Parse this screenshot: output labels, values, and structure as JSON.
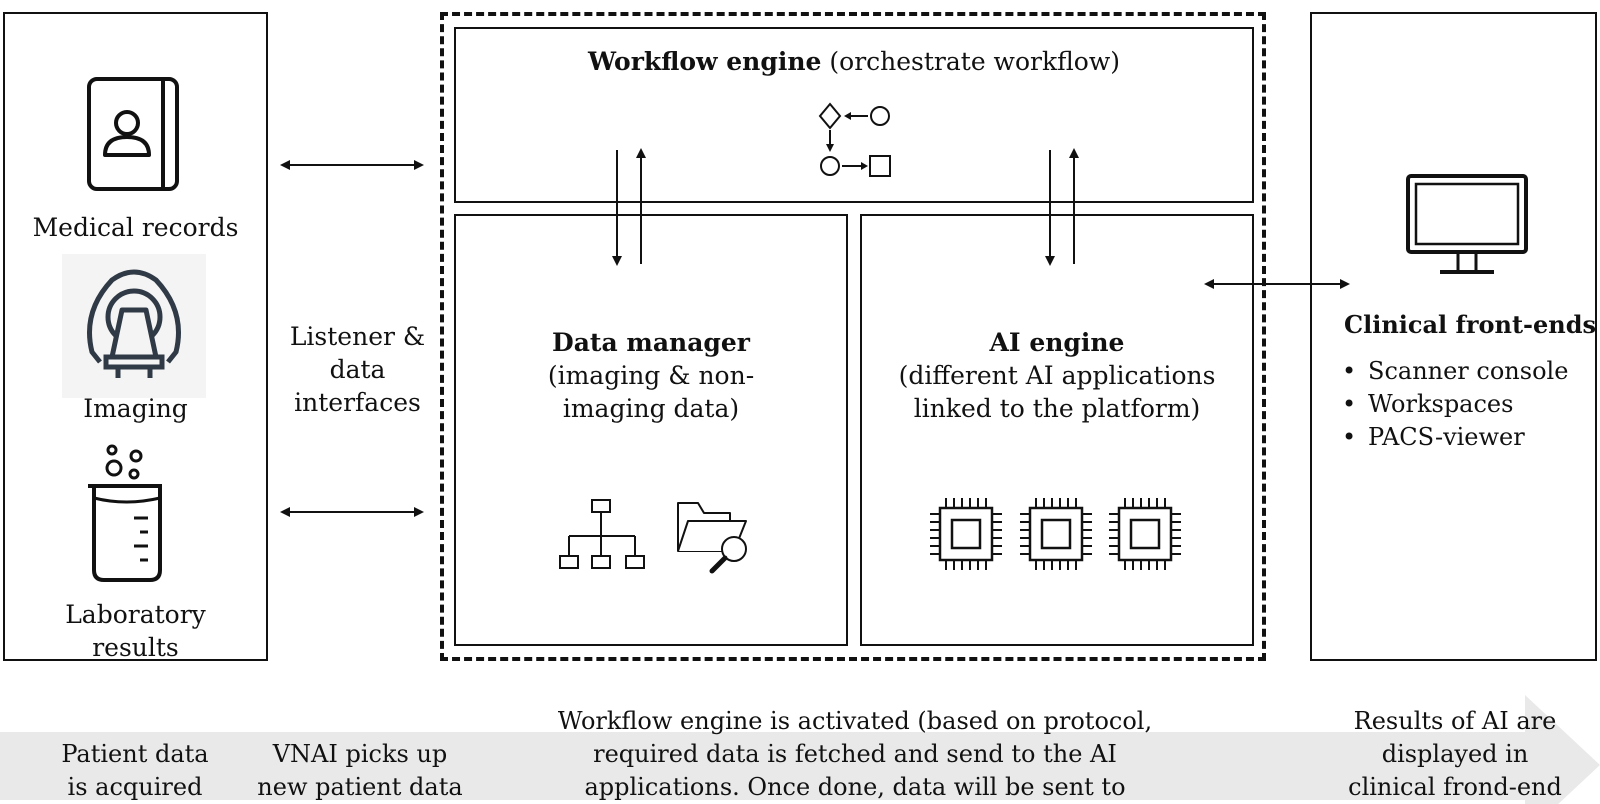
{
  "left_panel": {
    "medical_records": "Medical records",
    "imaging": "Imaging",
    "lab_results_line1": "Laboratory",
    "lab_results_line2": "results"
  },
  "listener": {
    "line1": "Listener &",
    "line2": "data",
    "line3": "interfaces"
  },
  "workflow_engine": {
    "title_bold": "Workflow engine",
    "title_rest": " (orchestrate workflow)"
  },
  "data_manager": {
    "title": "Data manager",
    "line1": "(imaging & non-",
    "line2": "imaging data)"
  },
  "ai_engine": {
    "title": "AI engine",
    "line1": "(different AI applications",
    "line2": "linked to the platform)"
  },
  "clinical_frontends": {
    "title": "Clinical front-ends",
    "items": [
      "Scanner console",
      "Workspaces",
      "PACS-viewer"
    ]
  },
  "footer": {
    "patient_data": [
      "Patient data",
      "is acquired"
    ],
    "vnai": [
      "VNAI picks up",
      "new patient data"
    ],
    "workflow": [
      "Workflow engine is activated (based on protocol,",
      "required data is fetched and send to the AI",
      "applications. Once done, data will be sent to"
    ],
    "results": [
      "Results of AI are",
      "displayed in",
      "clinical frond-end"
    ]
  },
  "colors": {
    "line": "#111111",
    "band": "#e9e9e9",
    "imaging_bg": "#f4f4f4",
    "imaging_icon": "#2f3a46"
  }
}
